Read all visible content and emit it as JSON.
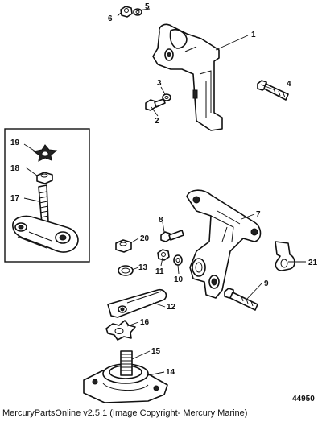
{
  "callouts": [
    "1",
    "2",
    "3",
    "4",
    "5",
    "6",
    "7",
    "8",
    "9",
    "10",
    "11",
    "12",
    "13",
    "14",
    "15",
    "16",
    "17",
    "18",
    "19",
    "20",
    "21"
  ],
  "diagram_id": "44950",
  "footer": "MercuryPartsOnline v2.5.1 (Image Copyright- Mercury Marine)"
}
